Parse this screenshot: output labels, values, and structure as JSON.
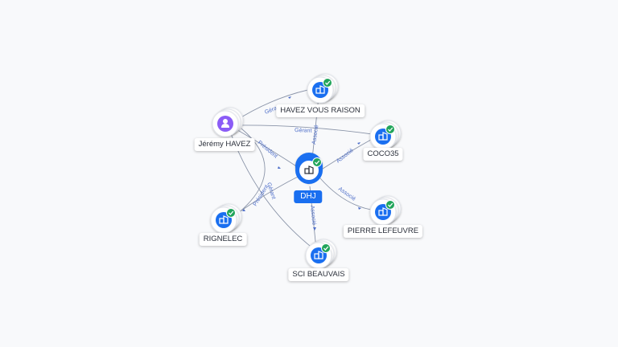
{
  "colors": {
    "company": "#1a6ff0",
    "person": "#8b5cf6",
    "verified": "#22a55b",
    "edge": "#8a94a8",
    "edge_label": "#4f6fc9"
  },
  "center": {
    "label": "DHJ",
    "icon": "building-icon"
  },
  "person": {
    "label": "Jérémy HAVEZ",
    "icon": "person-icon"
  },
  "companies": [
    {
      "id": "havez-vous-raison",
      "label": "HAVEZ VOUS RAISON",
      "icon": "building-icon"
    },
    {
      "id": "coco35",
      "label": "COCO35",
      "icon": "building-icon"
    },
    {
      "id": "pierre-lefeuvre",
      "label": "PIERRE LEFEUVRE",
      "icon": "building-icon"
    },
    {
      "id": "sci-beauvais",
      "label": "SCI BEAUVAIS",
      "icon": "building-icon"
    },
    {
      "id": "rignelec",
      "label": "RIGNELEC",
      "icon": "building-icon"
    }
  ],
  "edge_labels": {
    "person_havez": "Gérant",
    "person_coco": "Gérant",
    "person_dhj": "Président",
    "person_sci": "Gérant",
    "person_rignelec": "Président",
    "dhj_havez": "Associé",
    "dhj_coco": "Associé",
    "dhj_pierre": "Associé",
    "dhj_sci": "Associé"
  }
}
